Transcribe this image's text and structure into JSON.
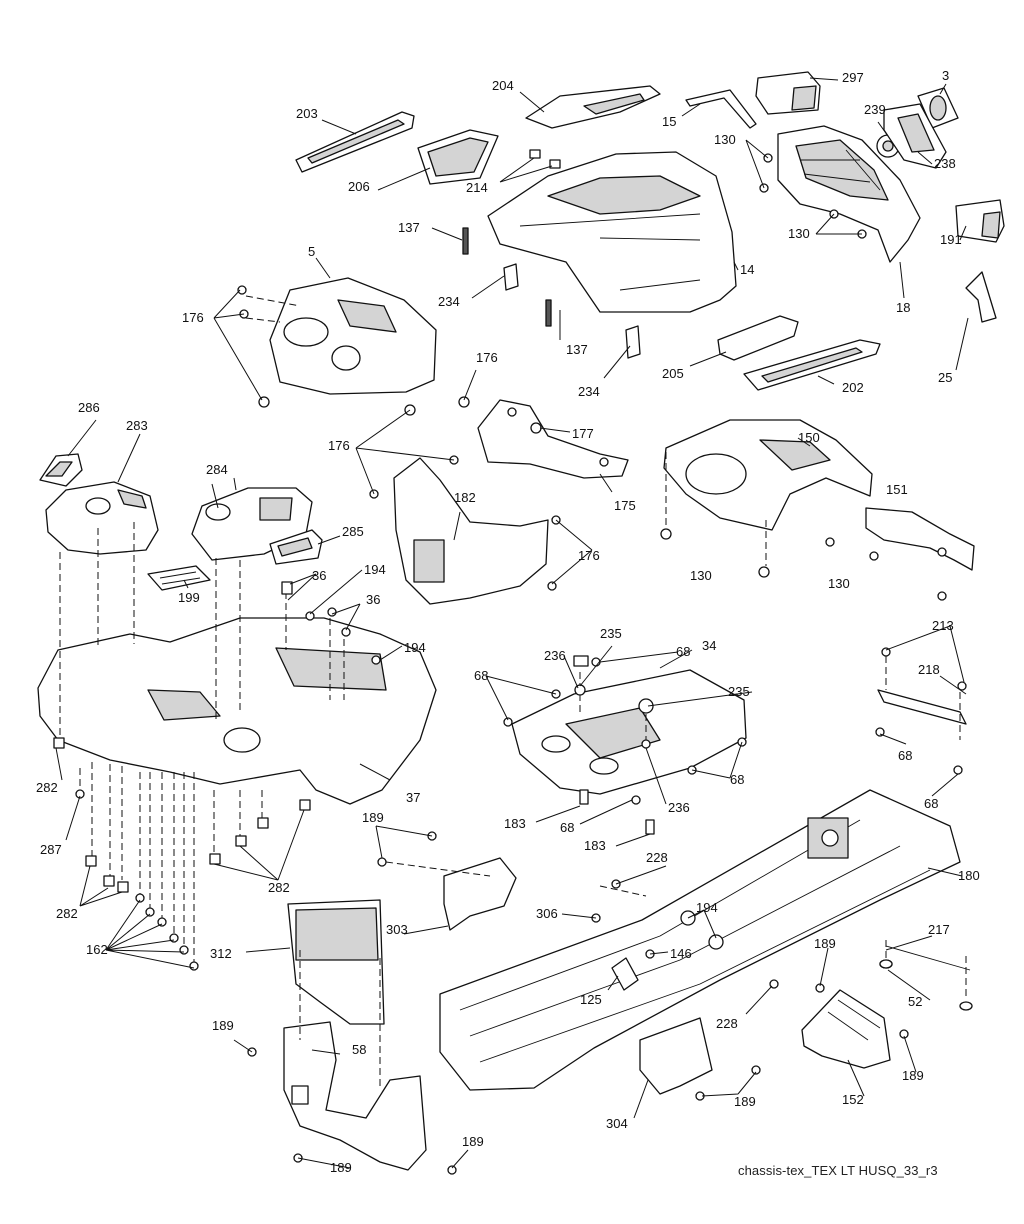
{
  "footer": "chassis-tex_TEX LT HUSQ_33_r3",
  "callouts": [
    "3",
    "5",
    "14",
    "15",
    "18",
    "25",
    "34",
    "36",
    "37",
    "52",
    "58",
    "68",
    "125",
    "130",
    "137",
    "146",
    "150",
    "151",
    "152",
    "162",
    "175",
    "176",
    "177",
    "180",
    "182",
    "183",
    "189",
    "191",
    "194",
    "199",
    "202",
    "203",
    "204",
    "205",
    "206",
    "213",
    "214",
    "217",
    "218",
    "228",
    "234",
    "235",
    "236",
    "238",
    "239",
    "282",
    "283",
    "284",
    "285",
    "286",
    "287",
    "297",
    "303",
    "304",
    "306",
    "312"
  ]
}
